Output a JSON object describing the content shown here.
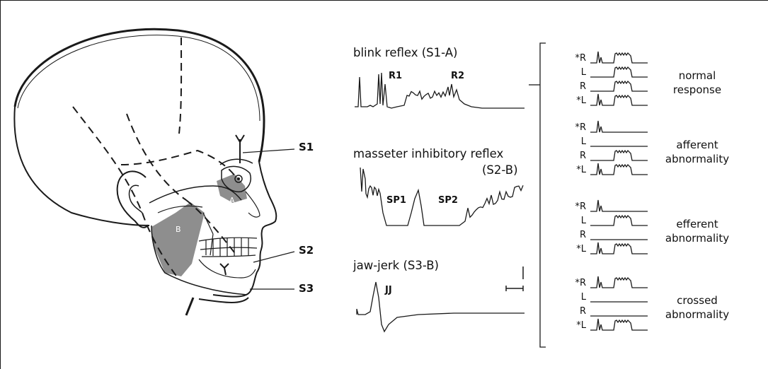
{
  "head_diagram": {
    "stimulation_sites": [
      "S1",
      "S2",
      "S3"
    ],
    "zones": [
      "A",
      "B"
    ]
  },
  "traces": {
    "blink": {
      "title": "blink reflex (S1-A)",
      "components": [
        "R1",
        "R2"
      ]
    },
    "masseter": {
      "title": "masseter inhibitory reflex",
      "subtitle": "(S2-B)",
      "components": [
        "SP1",
        "SP2"
      ]
    },
    "jaw": {
      "title": "jaw-jerk (S3-B)",
      "components": [
        "JJ"
      ]
    }
  },
  "responses": [
    {
      "label": "normal\nresponse",
      "channels": [
        "*R",
        "L",
        "R",
        "*L"
      ]
    },
    {
      "label": "afferent\nabnormality",
      "channels": [
        "*R",
        "L",
        "R",
        "*L"
      ]
    },
    {
      "label": "efferent\nabnormality",
      "channels": [
        "*R",
        "L",
        "R",
        "*L"
      ]
    },
    {
      "label": "crossed\nabnormality",
      "channels": [
        "*R",
        "L",
        "R",
        "*L"
      ]
    }
  ],
  "response_patterns": [
    [
      [
        1,
        1
      ],
      [
        0,
        1
      ],
      [
        0,
        1
      ],
      [
        1,
        1
      ]
    ],
    [
      [
        1,
        0
      ],
      [
        0,
        0
      ],
      [
        0,
        1
      ],
      [
        1,
        1
      ]
    ],
    [
      [
        1,
        0
      ],
      [
        0,
        1
      ],
      [
        0,
        0
      ],
      [
        1,
        1
      ]
    ],
    [
      [
        1,
        1
      ],
      [
        0,
        0
      ],
      [
        0,
        0
      ],
      [
        1,
        1
      ]
    ]
  ],
  "colors": {
    "ink": "#1a1a1a",
    "shade": "#8c8c8c"
  }
}
